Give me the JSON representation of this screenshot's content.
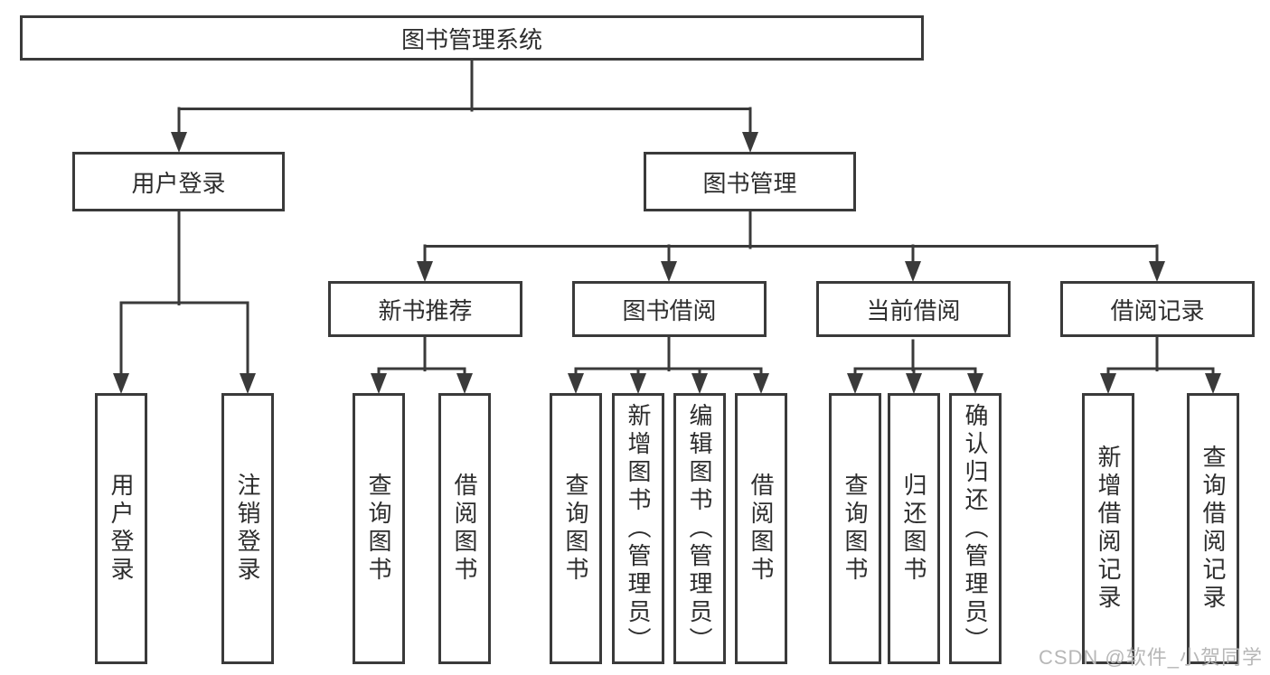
{
  "diagram": {
    "root": "图书管理系统",
    "level2": {
      "user_login": "用户登录",
      "book_management": "图书管理"
    },
    "level3": {
      "new_books": "新书推荐",
      "book_borrow": "图书借阅",
      "current_borrow": "当前借阅",
      "borrow_records": "借阅记录"
    },
    "leaves": {
      "user_login": [
        "用户登录",
        "注销登录"
      ],
      "new_books": [
        "查询图书",
        "借阅图书"
      ],
      "book_borrow": [
        "查询图书",
        "新增图书（管理员）",
        "编辑图书（管理员）",
        "借阅图书"
      ],
      "current_borrow": [
        "查询图书",
        "归还图书",
        "确认归还（管理员）"
      ],
      "borrow_records": [
        "新增借阅记录",
        "查询借阅记录"
      ]
    }
  },
  "watermark": "CSDN @软件_小贺同学",
  "colors": {
    "line": "#3a3a3a",
    "box_border": "#3a3a3a",
    "text": "#2d2d2d",
    "watermark": "#b7b7b7",
    "background": "#ffffff"
  }
}
